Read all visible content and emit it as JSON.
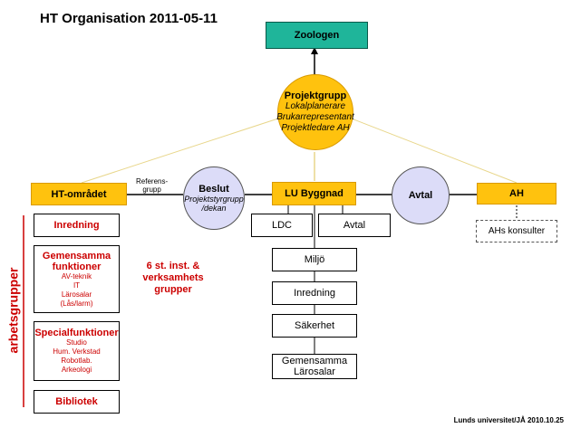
{
  "title": "HT Organisation 2011-05-11",
  "top": {
    "label": "Zoologen"
  },
  "projektgrupp": {
    "title": "Projektgrupp",
    "lines": [
      "Lokalplanerare",
      "Brukarrepresentant",
      "Projektledare AH"
    ]
  },
  "ht": {
    "label": "HT-området"
  },
  "referensgrupp": [
    "Referens-",
    "grupp"
  ],
  "beslut": {
    "title": "Beslut",
    "lines": [
      "Projektstyrgrupp",
      "/dekan"
    ]
  },
  "lu": {
    "label": "LU Byggnad"
  },
  "avtal_circle": {
    "label": "Avtal"
  },
  "ah": {
    "label": "AH"
  },
  "ahs_konsulter": {
    "label": "AHs konsulter"
  },
  "lu_children": {
    "ldc": "LDC",
    "avtal": "Avtal",
    "stack": [
      "Miljö",
      "Inredning",
      "Säkerhet",
      "Gemensamma\nLärosalar"
    ]
  },
  "arbetsgrupper": {
    "side_label": "arbetsgrupper",
    "inredning": "Inredning",
    "gemensamma": {
      "title": [
        "Gemensamma",
        "funktioner"
      ],
      "items": [
        "AV-teknik",
        "IT",
        "Lärosalar",
        "(Lås/larm)"
      ]
    },
    "special": {
      "title": "Specialfunktioner",
      "items": [
        "Studio",
        "Hum. Verkstad",
        "Robotlab.",
        "Arkeologi"
      ]
    },
    "bibliotek": "Bibliotek"
  },
  "inst_note": [
    "6 st. inst. &",
    "verksamhets",
    "grupper"
  ],
  "footer": "Lunds universitet/JÅ 2010.10.25",
  "colors": {
    "teal": "#1fb59a",
    "yellow": "#ffc20e",
    "lavender": "#dcdcf8",
    "red": "#cc0000"
  }
}
